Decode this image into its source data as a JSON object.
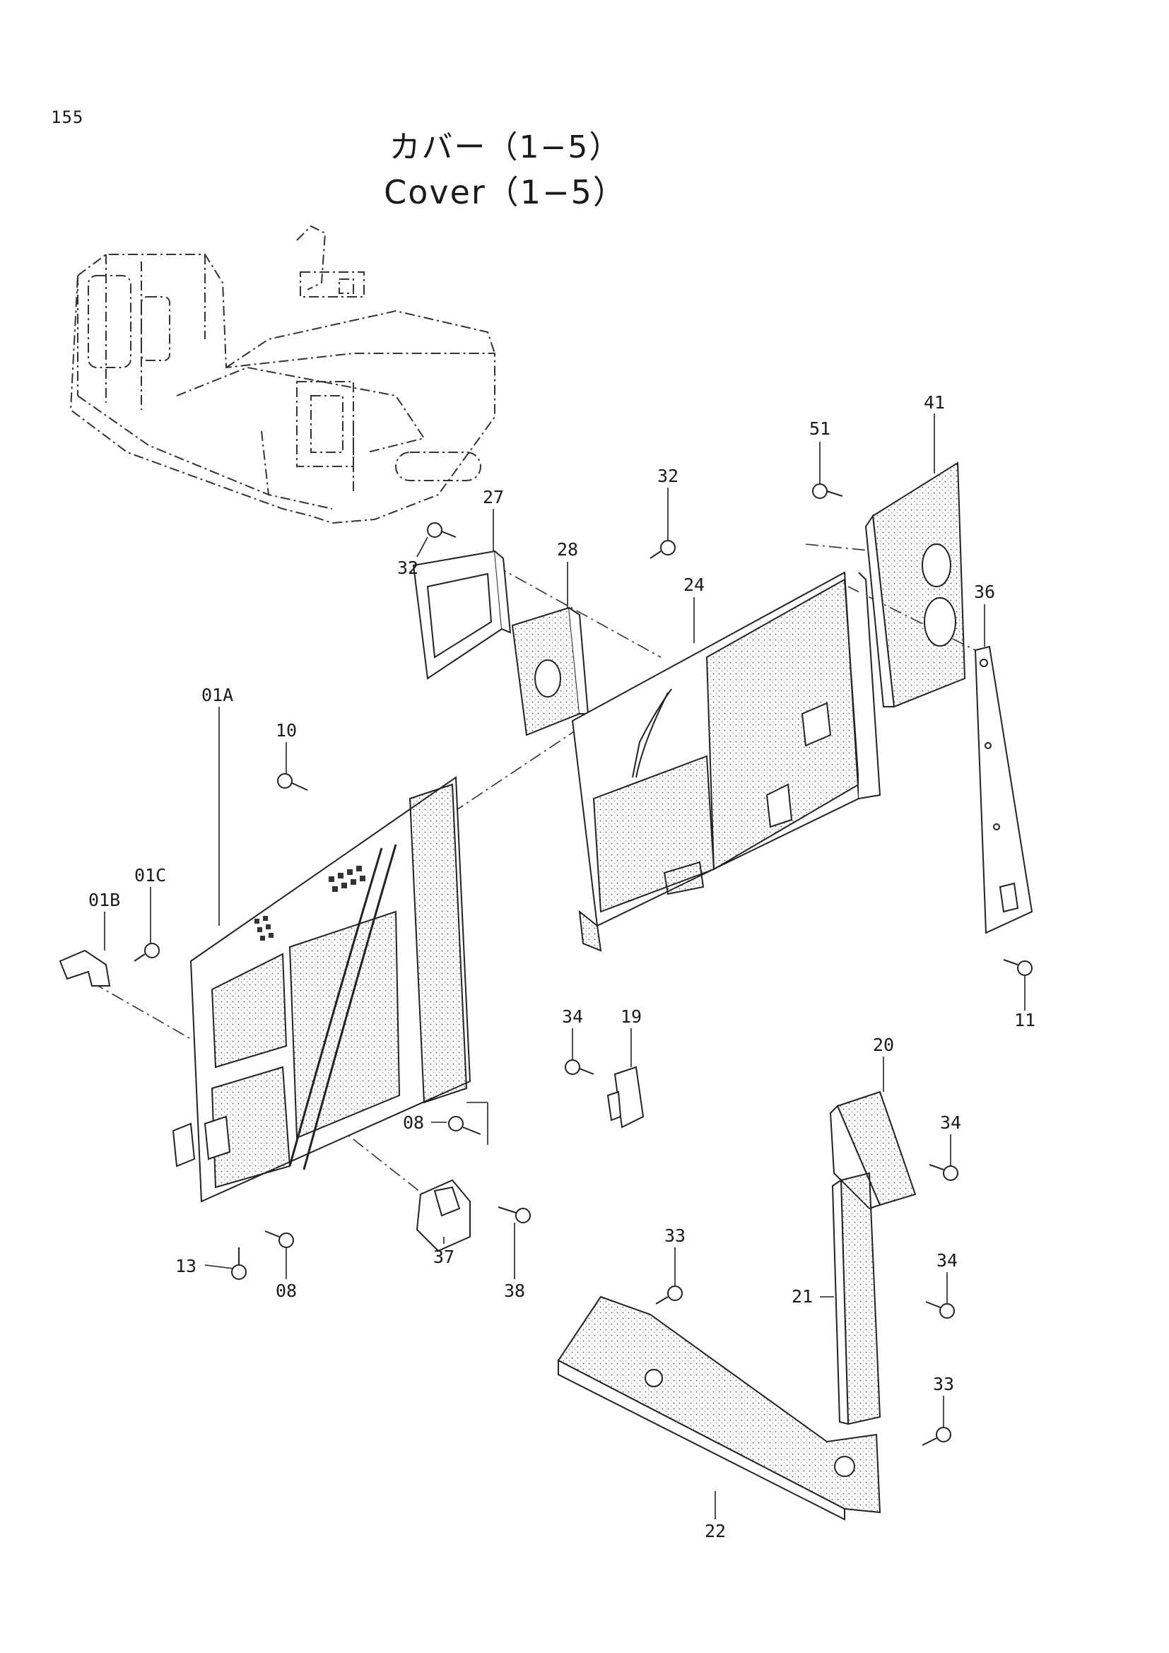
{
  "page_number": "155",
  "title_jp": "カバー（1−5）",
  "title_en": "Cover（1−5）",
  "callouts": [
    {
      "id": "51",
      "label": "51"
    },
    {
      "id": "41",
      "label": "41"
    },
    {
      "id": "32a",
      "label": "32"
    },
    {
      "id": "27",
      "label": "27"
    },
    {
      "id": "32b",
      "label": "32"
    },
    {
      "id": "28",
      "label": "28"
    },
    {
      "id": "24",
      "label": "24"
    },
    {
      "id": "36",
      "label": "36"
    },
    {
      "id": "10",
      "label": "10"
    },
    {
      "id": "01A",
      "label": "01A"
    },
    {
      "id": "01C",
      "label": "01C"
    },
    {
      "id": "01B",
      "label": "01B"
    },
    {
      "id": "11",
      "label": "11"
    },
    {
      "id": "34a",
      "label": "34"
    },
    {
      "id": "19",
      "label": "19"
    },
    {
      "id": "20",
      "label": "20"
    },
    {
      "id": "08a",
      "label": "08"
    },
    {
      "id": "34b",
      "label": "34"
    },
    {
      "id": "13",
      "label": "13"
    },
    {
      "id": "08b",
      "label": "08"
    },
    {
      "id": "37",
      "label": "37"
    },
    {
      "id": "38",
      "label": "38"
    },
    {
      "id": "33a",
      "label": "33"
    },
    {
      "id": "34c",
      "label": "34"
    },
    {
      "id": "21",
      "label": "21"
    },
    {
      "id": "33b",
      "label": "33"
    },
    {
      "id": "22",
      "label": "22"
    }
  ]
}
